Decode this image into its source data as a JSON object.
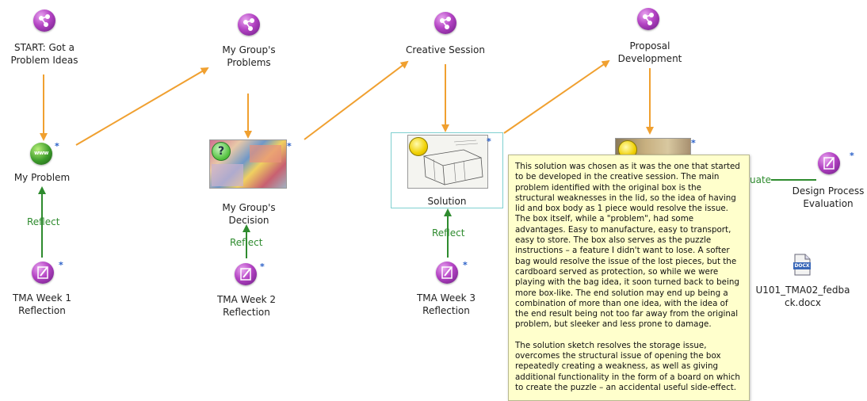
{
  "nodes": {
    "start": {
      "label": "START: Got a\nProblem Ideas"
    },
    "my_groups_problems": {
      "label": "My Group's\nProblems"
    },
    "creative_session": {
      "label": "Creative Session"
    },
    "proposal_development": {
      "label": "Proposal\nDevelopment"
    },
    "my_problem": {
      "label": "My Problem"
    },
    "my_groups_decision": {
      "label": "My Group's\nDecision"
    },
    "solution": {
      "label": "Solution"
    },
    "design_process_evaluation": {
      "label": "Design Process\nEvaluation"
    },
    "tma_week1": {
      "label": "TMA Week 1\nReflection"
    },
    "tma_week2": {
      "label": "TMA Week 2\nReflection"
    },
    "tma_week3": {
      "label": "TMA Week 3\nReflection"
    },
    "file": {
      "label": "U101_TMA02_fedba\nck.docx",
      "file_type": "DOCX"
    }
  },
  "edge_labels": {
    "reflect1": "Reflect",
    "reflect2": "Reflect",
    "reflect3": "Reflect",
    "evaluate_partial": "uate"
  },
  "star": "*",
  "tooltip": {
    "paragraph1": "This solution was chosen as it was the one that started to be developed in the creative session. The main problem identified with the original box is the structural weaknesses in the lid, so the idea of having lid and box body as 1 piece would resolve the issue. The box itself, while a \"problem\", had some advantages. Easy to manufacture, easy to transport, easy to store. The box also serves as the puzzle instructions – a feature I didn't want to lose. A softer bag would resolve the issue of the lost pieces, but the cardboard served as protection, so while we were playing with the bag idea, it soon turned back to being more box-like. The end solution may end up being a combination of more than one idea, with the idea of the end result being not too far away from the original problem, but sleeker and less prone to damage.",
    "paragraph2": "The solution sketch resolves the storage issue, overcomes the structural issue of opening the box repeatedly creating a weakness, as well as giving additional functionality in the form of a board on which to create the puzzle – an accidental useful side-effect."
  },
  "colors": {
    "arrow_orange": "#f0a030",
    "arrow_green": "#2e8b2e",
    "selection_border": "#7fd0d0",
    "tooltip_bg": "#ffffcc"
  }
}
